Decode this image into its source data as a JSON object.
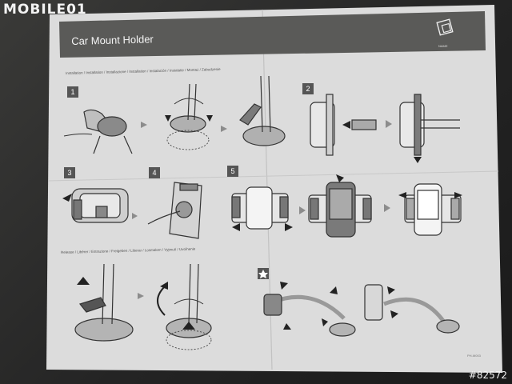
{
  "watermark": {
    "brand": "MOBILE01",
    "id": "#82572"
  },
  "leaflet": {
    "title": "Car Mount Holder",
    "installation_label": "Installation / Installation / Installazione / Installation / Instalación / Instalatie / Montaż / Zabudzenie",
    "release_label": "Release / Libérer / Estrazione / Freigeben / Liberar / Losmaken / Vyjmutí / Uvoľnenie",
    "steps": [
      "1",
      "2",
      "3",
      "4",
      "5"
    ],
    "code": "PH-M003"
  },
  "colors": {
    "header": "#5a5a58",
    "paper": "#dedede",
    "ink": "#333333",
    "background": "#2a2a2a"
  }
}
